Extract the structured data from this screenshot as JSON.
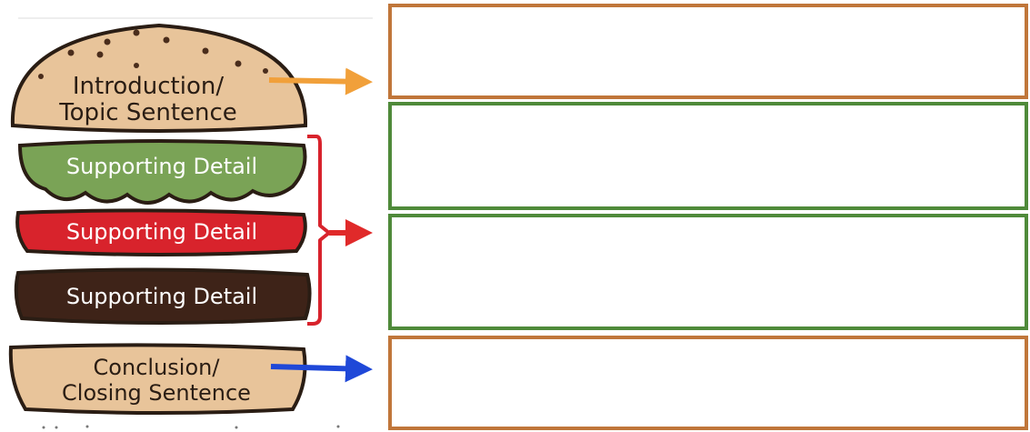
{
  "layers": {
    "top_bun": {
      "line1": "Introduction/",
      "line2": "Topic Sentence",
      "color": "#e8c49a"
    },
    "lettuce": {
      "label": "Supporting Detail",
      "color": "#7aa356"
    },
    "tomato": {
      "label": "Supporting Detail",
      "color": "#d8232c"
    },
    "patty": {
      "label": "Supporting Detail",
      "color": "#3e2318"
    },
    "bottom_bun": {
      "line1": "Conclusion/",
      "line2": "Closing Sentence",
      "color": "#e8c49a"
    }
  },
  "colors": {
    "outline": "#2a1d14",
    "arrow_intro": "#f1a03a",
    "arrow_support": "#e02a2a",
    "arrow_conclusion": "#1f48d8",
    "bracket": "#d8232c",
    "box_intro": "#c0763a",
    "box_support": "#4f8a3a",
    "box_conclusion": "#c0763a"
  }
}
